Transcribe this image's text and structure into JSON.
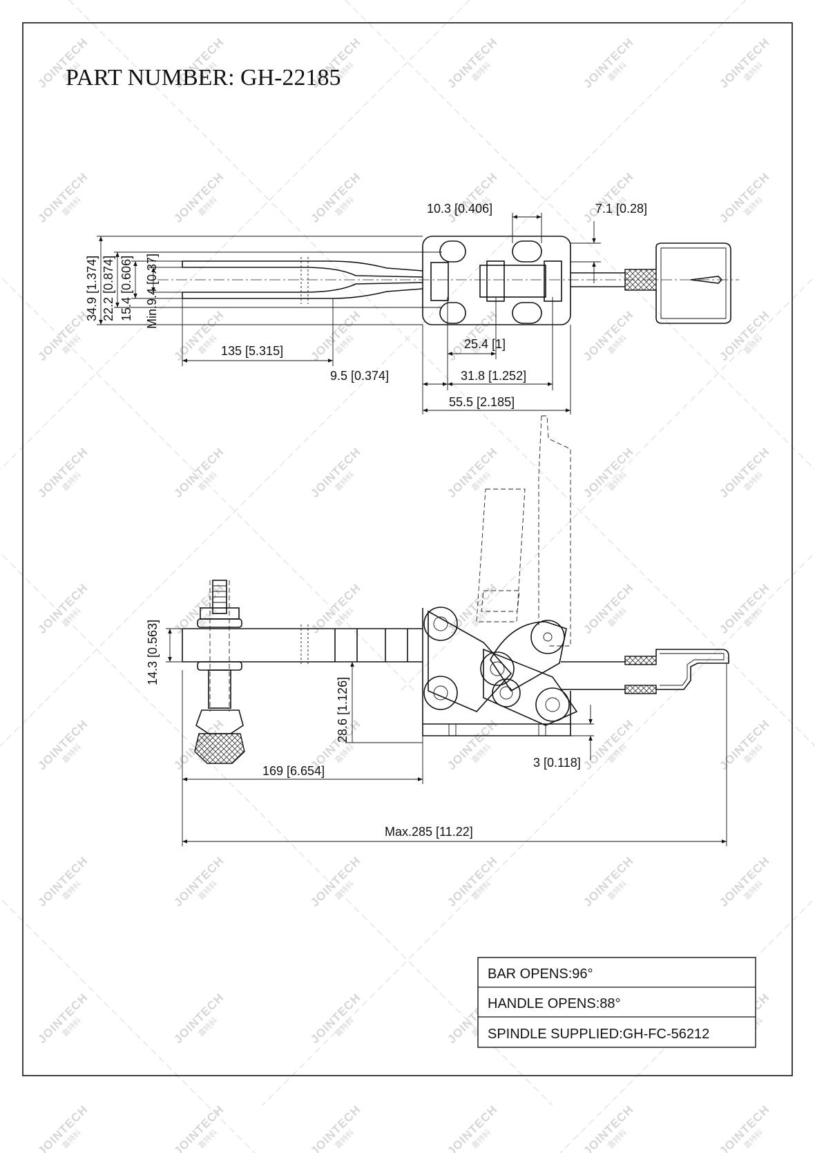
{
  "title": "PART NUMBER:  GH-22185",
  "watermark": {
    "brand": "JOINTECH",
    "brand_cn": "嘉特科"
  },
  "top_view": {
    "dims": {
      "d_10_3": "10.3 [0.406]",
      "d_7_1": "7.1 [0.28]",
      "d_34_9": "34.9 [1.374]",
      "d_22_2": "22.2 [0.874]",
      "d_15_4": "15.4 [0.606]",
      "d_min_9_4": "Min.9.4 [0.37]",
      "d_135": "135 [5.315]",
      "d_25_4": "25.4 [1]",
      "d_9_5": "9.5 [0.374]",
      "d_31_8": "31.8 [1.252]",
      "d_55_5": "55.5 [2.185]"
    }
  },
  "side_view": {
    "dims": {
      "d_14_3": "14.3 [0.563]",
      "d_28_6": "28.6 [1.126]",
      "d_169": "169 [6.654]",
      "d_3": "3 [0.118]",
      "d_max": "Max.285 [11.22]"
    }
  },
  "spec_table": {
    "rows": [
      "BAR OPENS:96°",
      "HANDLE OPENS:88°",
      "SPINDLE SUPPLIED:GH-FC-56212"
    ]
  }
}
